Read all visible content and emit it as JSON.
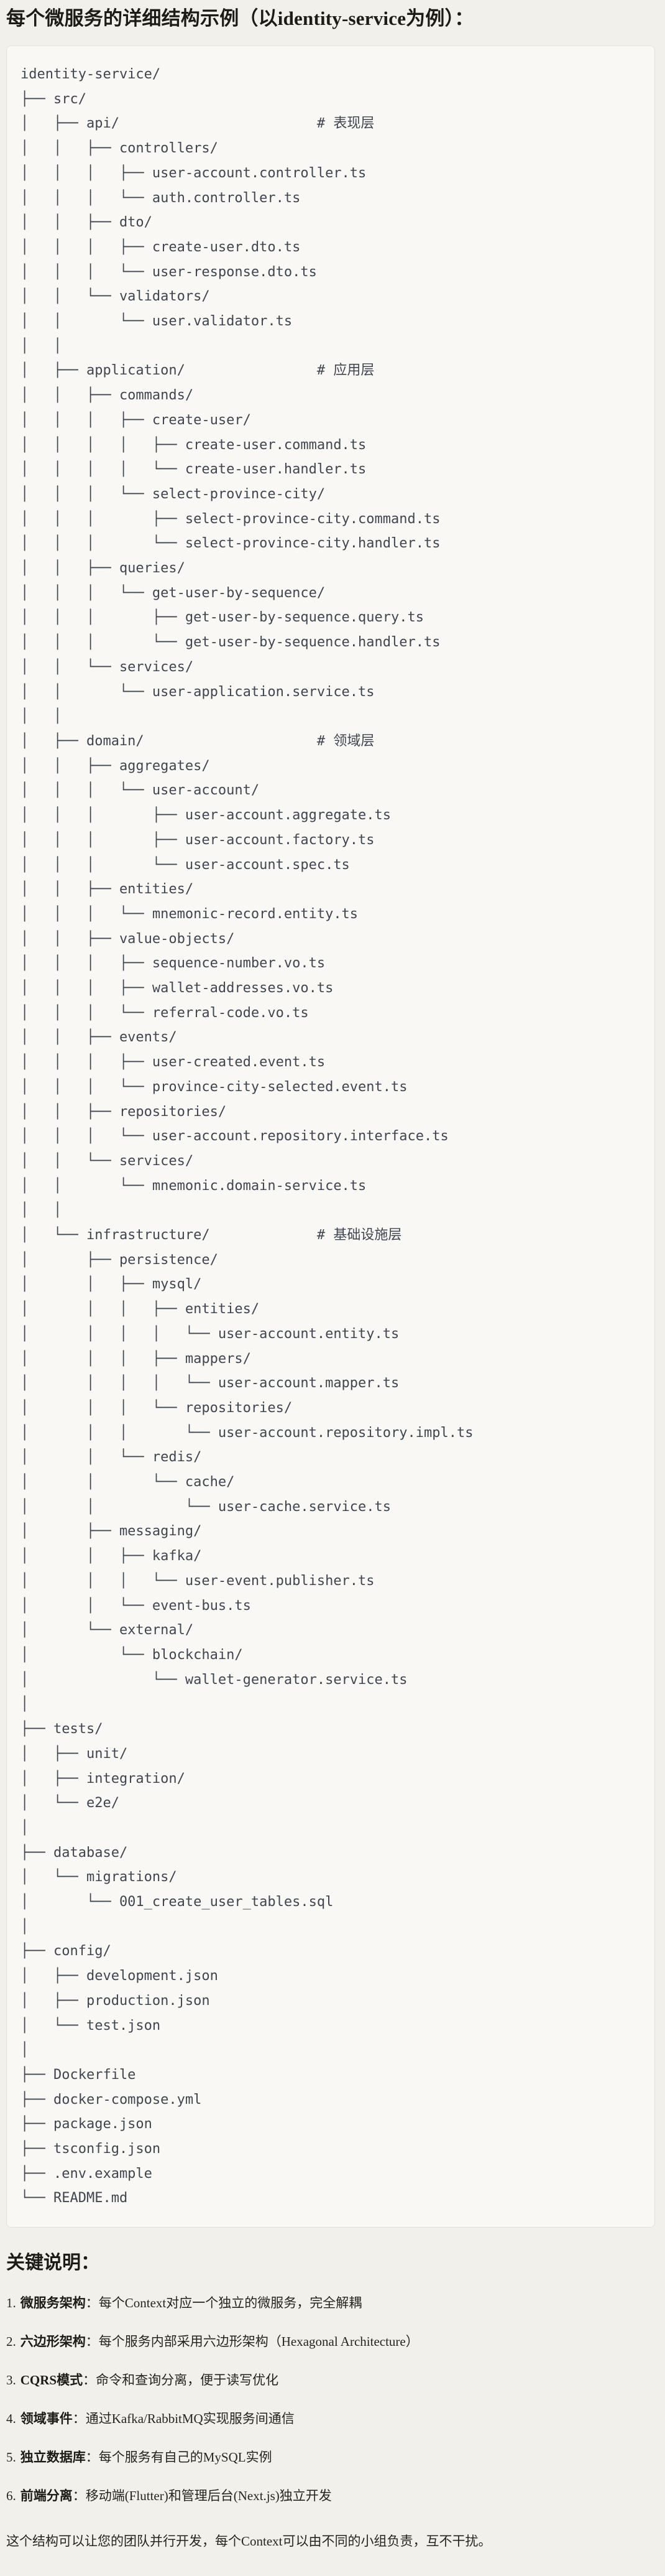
{
  "title": "每个微服务的详细结构示例（以identity-service为例）：",
  "tree": {
    "lines": [
      "identity-service/",
      "├── src/",
      "│   ├── api/                        # 表现层",
      "│   │   ├── controllers/",
      "│   │   │   ├── user-account.controller.ts",
      "│   │   │   └── auth.controller.ts",
      "│   │   ├── dto/",
      "│   │   │   ├── create-user.dto.ts",
      "│   │   │   └── user-response.dto.ts",
      "│   │   └── validators/",
      "│   │       └── user.validator.ts",
      "│   │",
      "│   ├── application/                # 应用层",
      "│   │   ├── commands/",
      "│   │   │   ├── create-user/",
      "│   │   │   │   ├── create-user.command.ts",
      "│   │   │   │   └── create-user.handler.ts",
      "│   │   │   └── select-province-city/",
      "│   │   │       ├── select-province-city.command.ts",
      "│   │   │       └── select-province-city.handler.ts",
      "│   │   ├── queries/",
      "│   │   │   └── get-user-by-sequence/",
      "│   │   │       ├── get-user-by-sequence.query.ts",
      "│   │   │       └── get-user-by-sequence.handler.ts",
      "│   │   └── services/",
      "│   │       └── user-application.service.ts",
      "│   │",
      "│   ├── domain/                     # 领域层",
      "│   │   ├── aggregates/",
      "│   │   │   └── user-account/",
      "│   │   │       ├── user-account.aggregate.ts",
      "│   │   │       ├── user-account.factory.ts",
      "│   │   │       └── user-account.spec.ts",
      "│   │   ├── entities/",
      "│   │   │   └── mnemonic-record.entity.ts",
      "│   │   ├── value-objects/",
      "│   │   │   ├── sequence-number.vo.ts",
      "│   │   │   ├── wallet-addresses.vo.ts",
      "│   │   │   └── referral-code.vo.ts",
      "│   │   ├── events/",
      "│   │   │   ├── user-created.event.ts",
      "│   │   │   └── province-city-selected.event.ts",
      "│   │   ├── repositories/",
      "│   │   │   └── user-account.repository.interface.ts",
      "│   │   └── services/",
      "│   │       └── mnemonic.domain-service.ts",
      "│   │",
      "│   └── infrastructure/             # 基础设施层",
      "│       ├── persistence/",
      "│       │   ├── mysql/",
      "│       │   │   ├── entities/",
      "│       │   │   │   └── user-account.entity.ts",
      "│       │   │   ├── mappers/",
      "│       │   │   │   └── user-account.mapper.ts",
      "│       │   │   └── repositories/",
      "│       │   │       └── user-account.repository.impl.ts",
      "│       │   └── redis/",
      "│       │       └── cache/",
      "│       │           └── user-cache.service.ts",
      "│       ├── messaging/",
      "│       │   ├── kafka/",
      "│       │   │   └── user-event.publisher.ts",
      "│       │   └── event-bus.ts",
      "│       └── external/",
      "│           └── blockchain/",
      "│               └── wallet-generator.service.ts",
      "│",
      "├── tests/",
      "│   ├── unit/",
      "│   ├── integration/",
      "│   └── e2e/",
      "│",
      "├── database/",
      "│   └── migrations/",
      "│       └── 001_create_user_tables.sql",
      "│",
      "├── config/",
      "│   ├── development.json",
      "│   ├── production.json",
      "│   └── test.json",
      "│",
      "├── Dockerfile",
      "├── docker-compose.yml",
      "├── package.json",
      "├── tsconfig.json",
      "├── .env.example",
      "└── README.md"
    ]
  },
  "notes_heading": "关键说明：",
  "notes": [
    {
      "num": "1.",
      "label": "微服务架构",
      "text": "：每个Context对应一个独立的微服务，完全解耦"
    },
    {
      "num": "2.",
      "label": "六边形架构",
      "text": "：每个服务内部采用六边形架构（Hexagonal Architecture）"
    },
    {
      "num": "3.",
      "label": "CQRS模式",
      "text": "：命令和查询分离，便于读写优化"
    },
    {
      "num": "4.",
      "label": "领域事件",
      "text": "：通过Kafka/RabbitMQ实现服务间通信"
    },
    {
      "num": "5.",
      "label": "独立数据库",
      "text": "：每个服务有自己的MySQL实例"
    },
    {
      "num": "6.",
      "label": "前端分离",
      "text": "：移动端(Flutter)和管理后台(Next.js)独立开发"
    }
  ],
  "footer": "这个结构可以让您的团队并行开发，每个Context可以由不同的小组负责，互不干扰。",
  "colors": {
    "page_bg": "#f1f0ea",
    "code_bg": "#f9f8f5",
    "code_border": "#e3e2da",
    "code_text": "#3f4651",
    "heading_text": "#1c1b17"
  }
}
